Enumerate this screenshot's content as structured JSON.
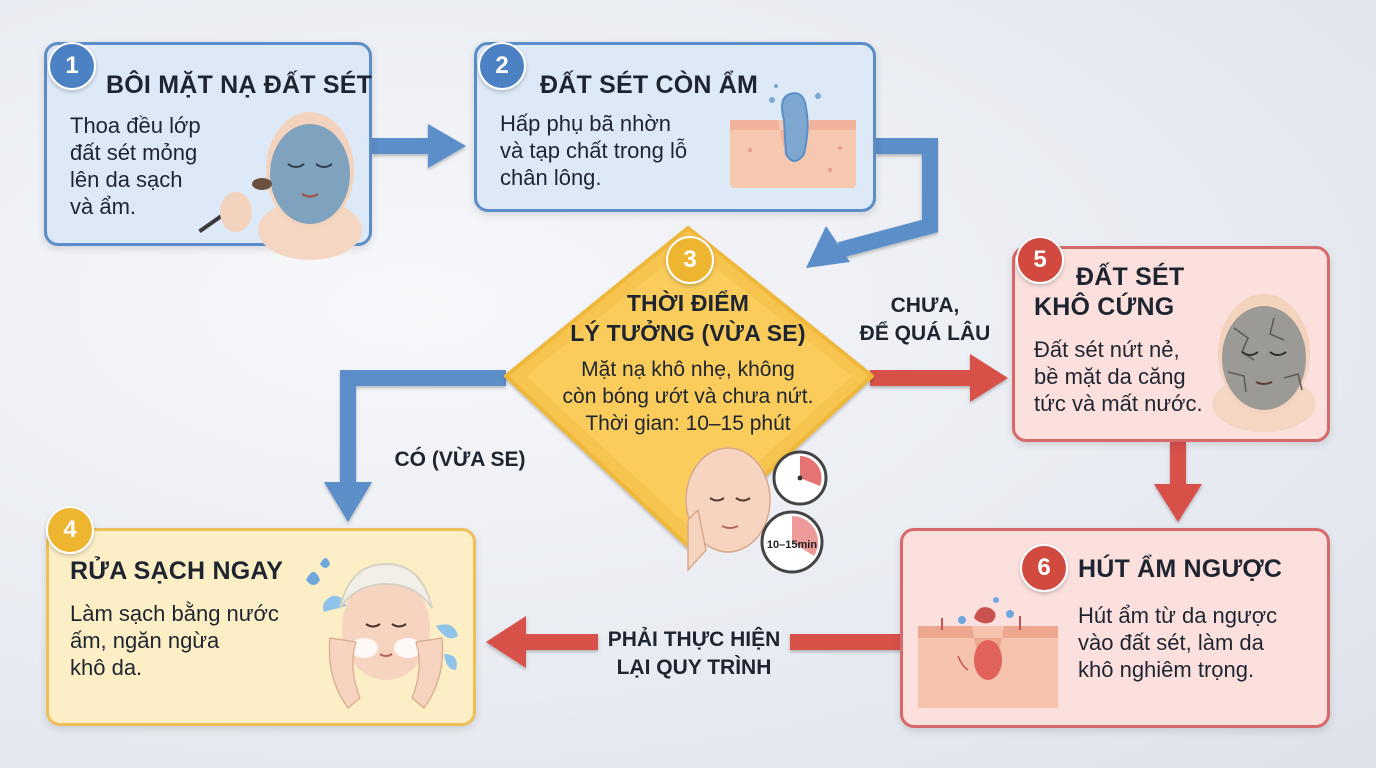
{
  "steps": [
    {
      "number": "1",
      "title": "BÔI MẶT NẠ ĐẤT SÉT",
      "desc": [
        "Thoa đều lớp",
        "đất sét mỏng",
        "lên da sạch",
        "và ẩm."
      ]
    },
    {
      "number": "2",
      "title": "ĐẤT SÉT CÒN ẨM",
      "desc": [
        "Hấp phụ bã nhờn",
        "và tạp chất trong lỗ",
        "chân lông."
      ]
    },
    {
      "number": "3",
      "title": [
        "THỜI ĐIỂM",
        "LÝ TƯỞNG (VỪA SE)"
      ],
      "desc": [
        "Mặt nạ khô nhẹ, không",
        "còn bóng ướt và chưa nứt.",
        "Thời gian: 10–15 phút"
      ]
    },
    {
      "number": "4",
      "title": "RỬA SẠCH NGAY",
      "desc": [
        "Làm sạch bằng nước",
        "ấm, ngăn ngừa",
        "khô da."
      ]
    },
    {
      "number": "5",
      "title": [
        "ĐẤT SÉT",
        "KHÔ CỨNG"
      ],
      "desc": [
        "Đất sét nứt nẻ,",
        "bề mặt da căng",
        "tức và mất nước."
      ]
    },
    {
      "number": "6",
      "title": "HÚT ẨM NGƯỢC",
      "desc": [
        "Hút ẩm từ da ngược",
        "vào đất sét, làm da",
        "khô nghiêm trọng."
      ]
    }
  ],
  "labels": {
    "no": [
      "CHƯA,",
      "ĐỂ QUÁ LÂU"
    ],
    "yes": "CÓ (VỪA SE)",
    "redo": [
      "PHẢI THỰC HIỆN",
      "LẠI QUY TRÌNH"
    ]
  },
  "timer_text": "10–15min",
  "colors": {
    "blue": "#5b8ec9",
    "yellow": "#efc05a",
    "red": "#d8696a"
  }
}
